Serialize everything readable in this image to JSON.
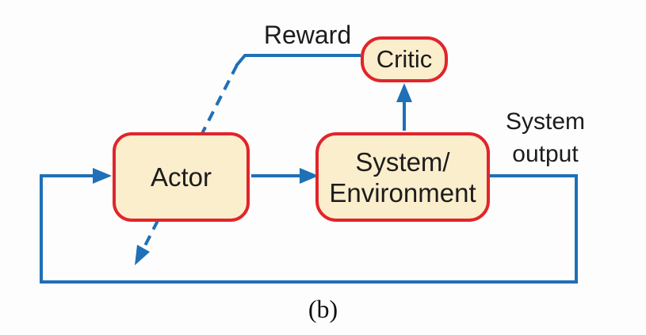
{
  "diagram": {
    "caption": "(b)",
    "nodes": {
      "actor": {
        "label": "Actor"
      },
      "system_environment": {
        "line1": "System/",
        "line2": "Environment"
      },
      "critic": {
        "label": "Critic"
      }
    },
    "edge_labels": {
      "reward": "Reward",
      "system_output": {
        "line1": "System",
        "line2": "output"
      }
    },
    "colors": {
      "line_blue": "#1f70b6",
      "node_border_red": "#e2242b",
      "node_fill_cream": "#fbeecd",
      "text_dark": "#1c1c1c",
      "background": "#fdfdfd"
    }
  }
}
